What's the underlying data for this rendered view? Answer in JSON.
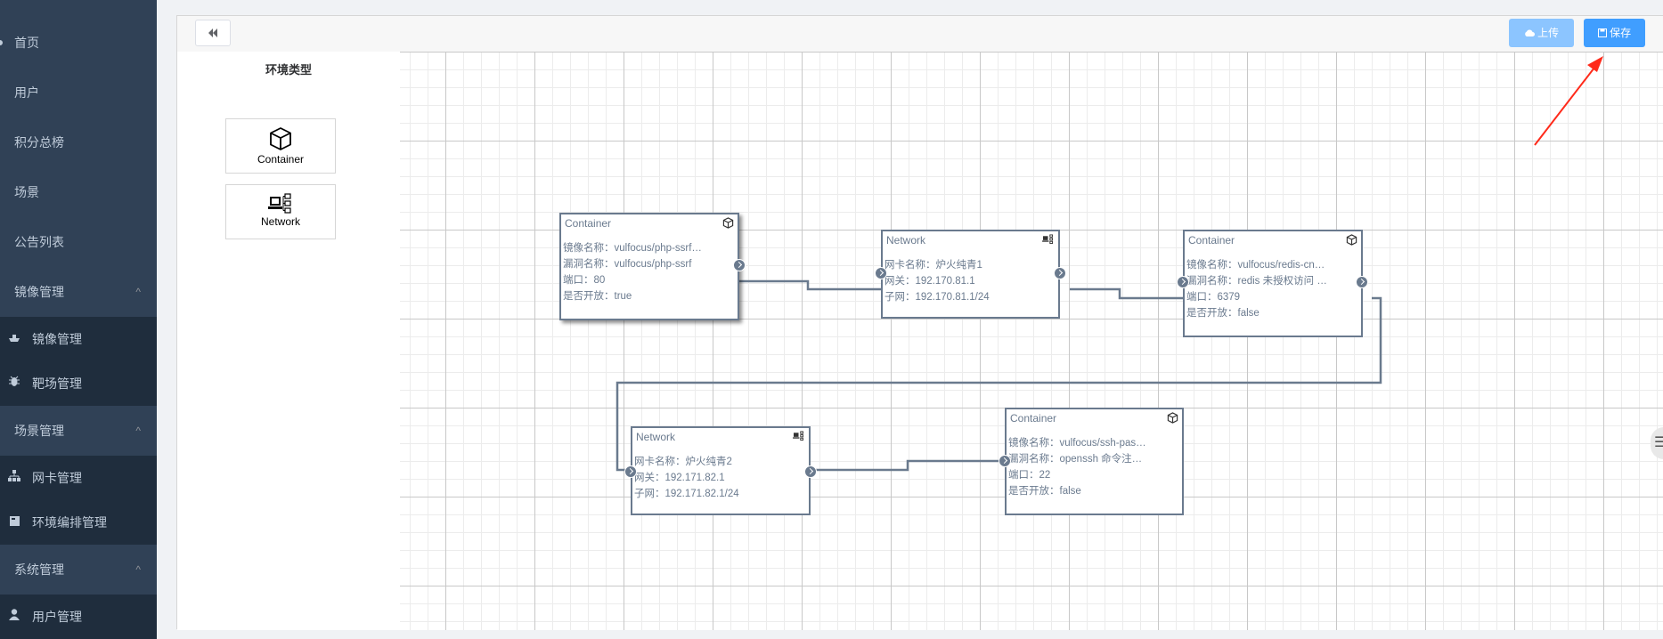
{
  "sidebar": {
    "items": [
      {
        "label": "首页"
      },
      {
        "label": "用户"
      },
      {
        "label": "积分总榜"
      },
      {
        "label": "场景"
      },
      {
        "label": "公告列表"
      }
    ],
    "groups": [
      {
        "label": "镜像管理",
        "chevron": "^",
        "children": [
          {
            "label": "镜像管理",
            "icon": "ship-icon"
          },
          {
            "label": "靶场管理",
            "icon": "bug-icon"
          }
        ]
      },
      {
        "label": "场景管理",
        "chevron": "^",
        "children": [
          {
            "label": "网卡管理",
            "icon": "sitemap-icon"
          },
          {
            "label": "环境编排管理",
            "icon": "layout-icon"
          }
        ]
      },
      {
        "label": "系统管理",
        "chevron": "^",
        "children": [
          {
            "label": "用户管理",
            "icon": "user-icon"
          }
        ]
      }
    ]
  },
  "toolbar": {
    "collapse_icon": "double-chevron-left-icon",
    "upload_label": "上传",
    "save_label": "保存"
  },
  "palette": {
    "title": "环境类型",
    "items": [
      {
        "label": "Container",
        "icon": "cube-icon"
      },
      {
        "label": "Network",
        "icon": "network-icon"
      }
    ]
  },
  "nodes": [
    {
      "title": "Container",
      "lines": [
        "镜像名称：vulfocus/php-ssrf…",
        "漏洞名称：vulfocus/php-ssrf",
        "端口：80",
        "是否开放：true"
      ]
    },
    {
      "title": "Network",
      "lines": [
        "网卡名称：炉火纯青1",
        "网关：192.170.81.1",
        "子网：192.170.81.1/24"
      ]
    },
    {
      "title": "Container",
      "lines": [
        "镜像名称：vulfocus/redis-cn…",
        "漏洞名称：redis 未授权访问 …",
        "端口：6379",
        "是否开放：false"
      ]
    },
    {
      "title": "Network",
      "lines": [
        "网卡名称：炉火纯青2",
        "网关：192.171.82.1",
        "子网：192.171.82.1/24"
      ]
    },
    {
      "title": "Container",
      "lines": [
        "镜像名称：vulfocus/ssh-pas…",
        "漏洞名称：openssh 命令注…",
        "端口：22",
        "是否开放：false"
      ]
    }
  ],
  "colors": {
    "sidebar_bg": "#304156",
    "submenu_bg": "#1f2d3d",
    "primary": "#409eff",
    "node_border": "#6a7a8e",
    "annotation_arrow": "#ff2a1a"
  }
}
